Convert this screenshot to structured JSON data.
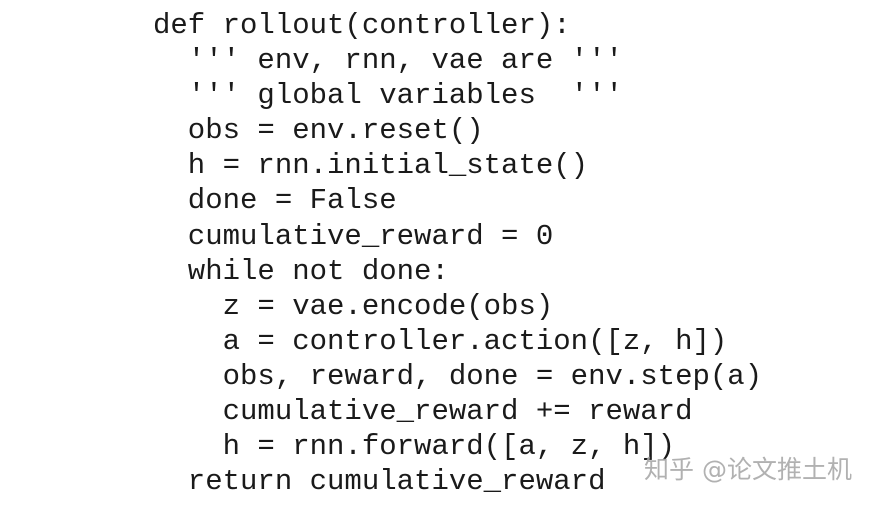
{
  "code": {
    "lines": [
      "def rollout(controller):",
      "  ''' env, rnn, vae are '''",
      "  ''' global variables  '''",
      "  obs = env.reset()",
      "  h = rnn.initial_state()",
      "  done = False",
      "  cumulative_reward = 0",
      "  while not done:",
      "    z = vae.encode(obs)",
      "    a = controller.action([z, h])",
      "    obs, reward, done = env.step(a)",
      "    cumulative_reward += reward",
      "    h = rnn.forward([a, z, h])",
      "  return cumulative_reward"
    ]
  },
  "watermark": {
    "text": "知乎 @论文推土机"
  }
}
